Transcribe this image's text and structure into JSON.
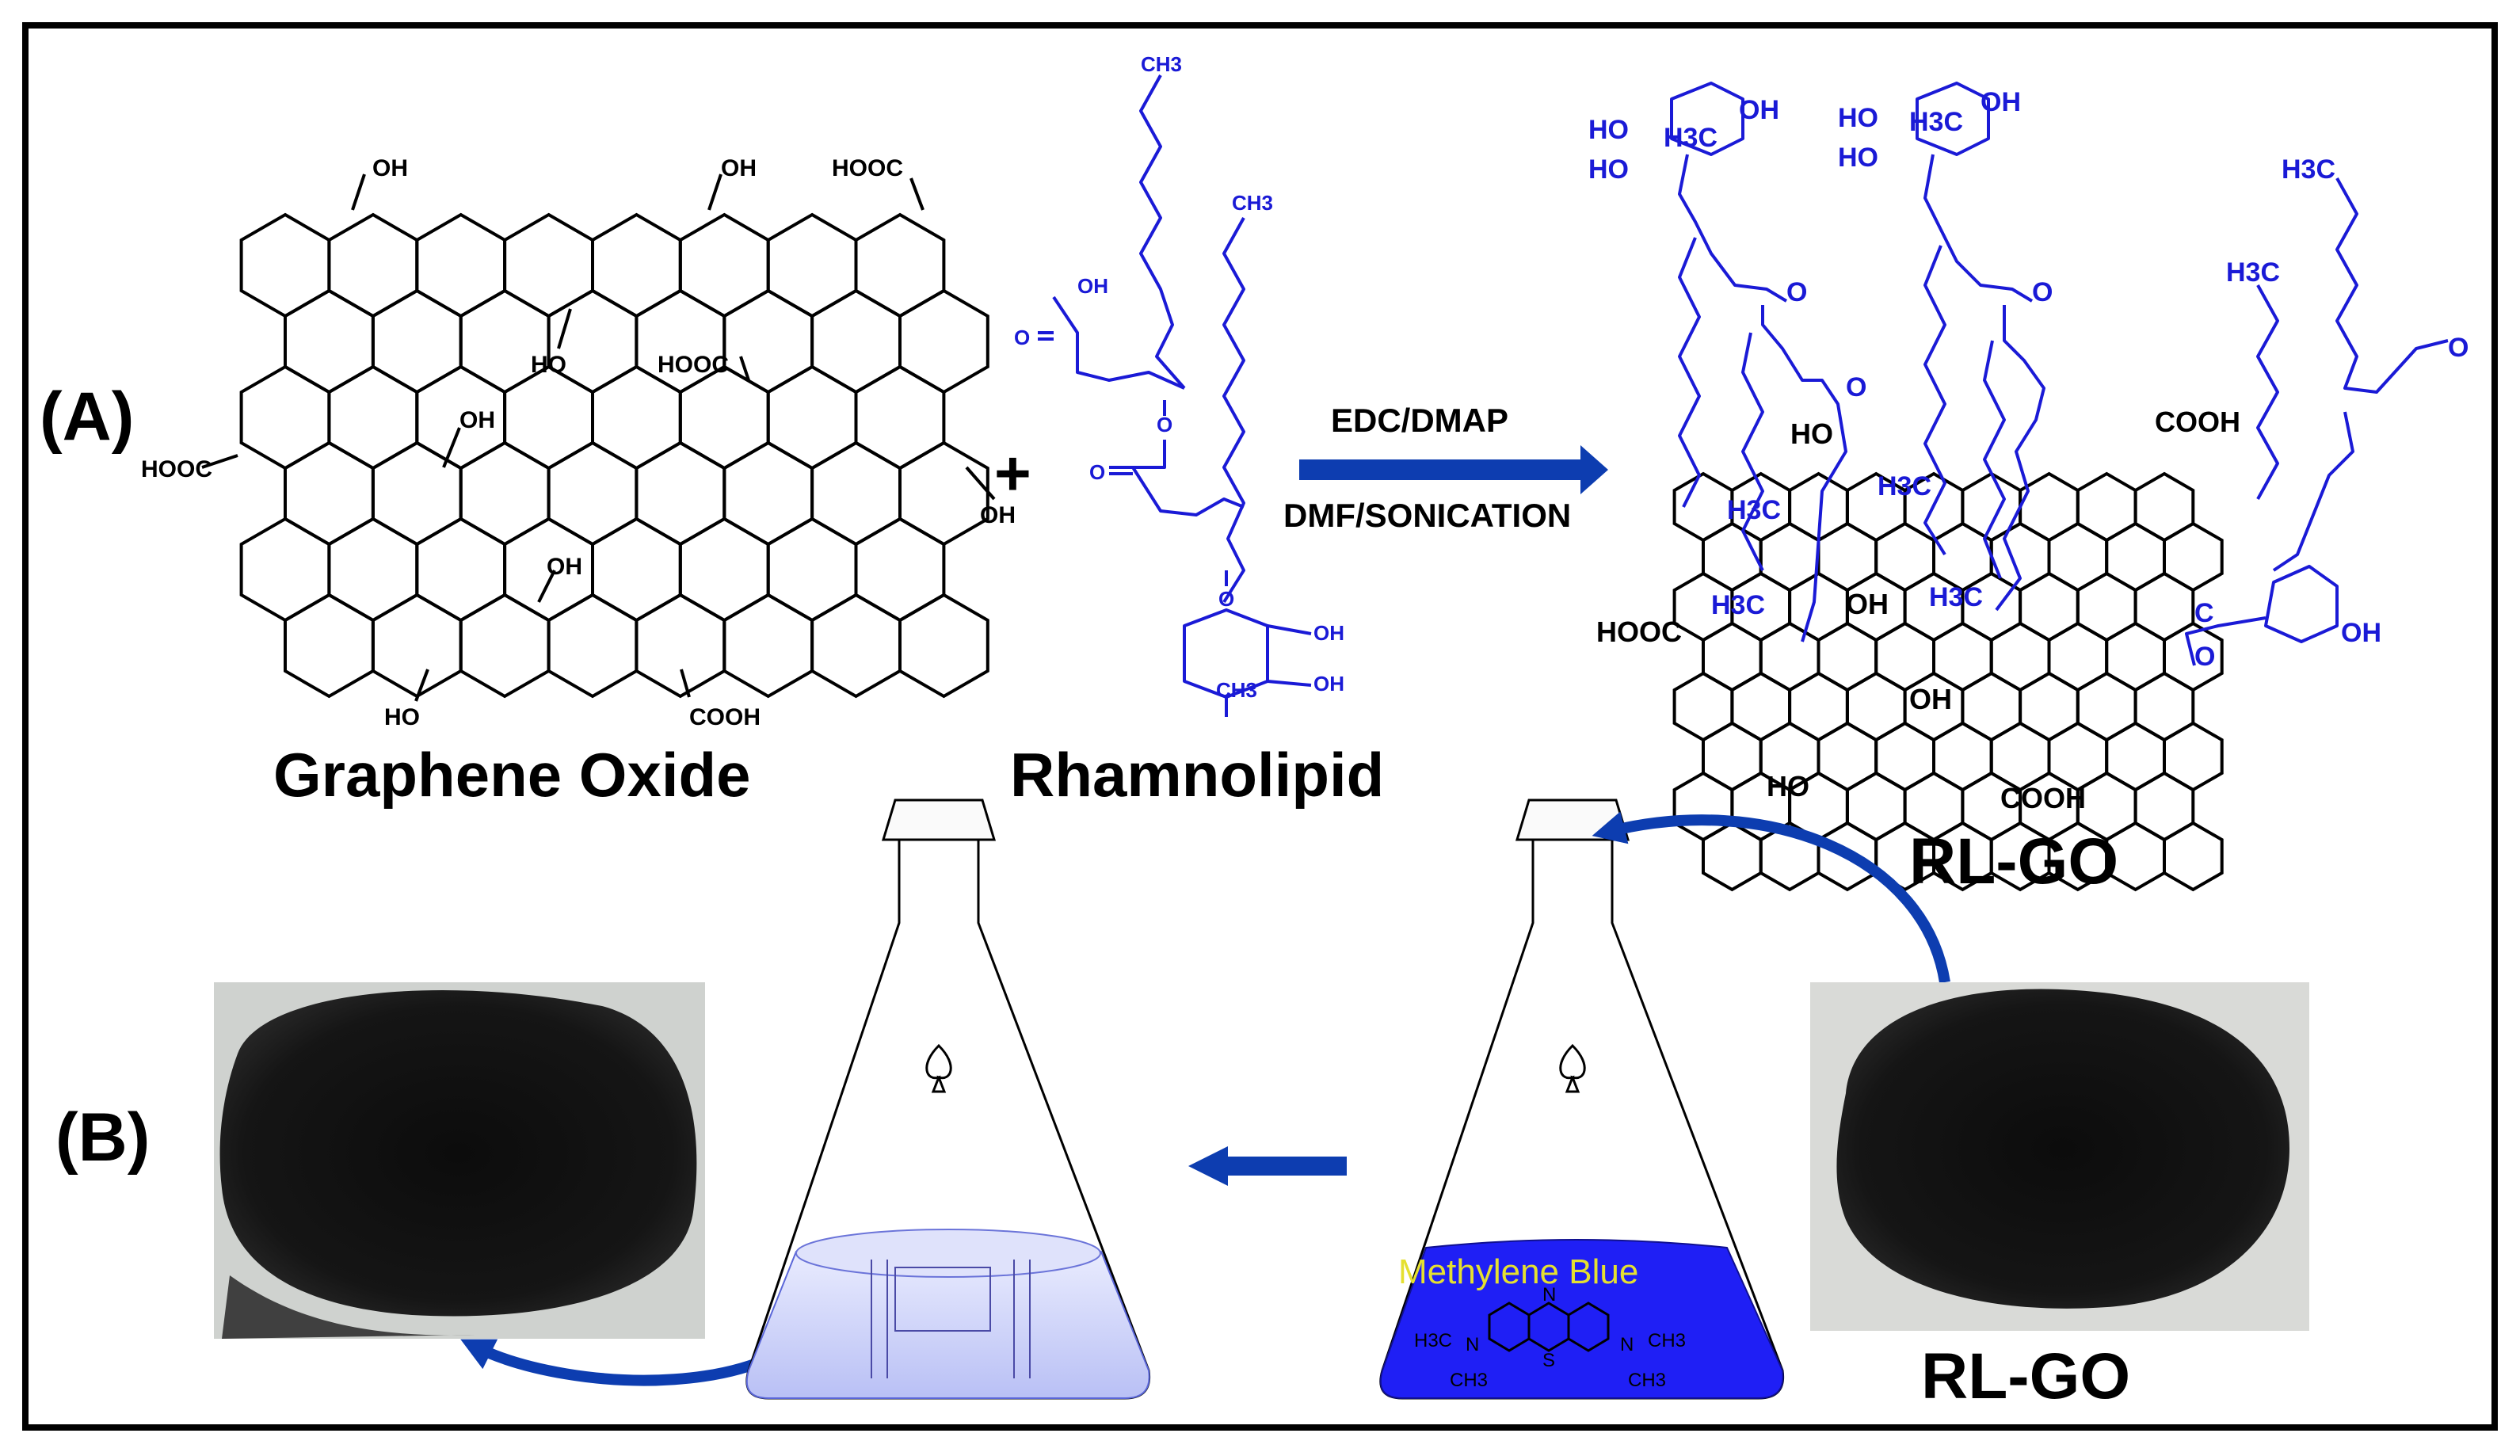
{
  "panels": {
    "a": "(A)",
    "b": "(B)"
  },
  "graphene_oxide": {
    "title": "Graphene Oxide",
    "groups": [
      "OH",
      "OH",
      "HOOC",
      "HO",
      "HOOC",
      "OH",
      "HOOC",
      "OH",
      "OH",
      "HO",
      "COOH"
    ]
  },
  "plus": "+",
  "rhamnolipid": {
    "title": "Rhamnolipid",
    "groups": [
      "CH3",
      "CH3",
      "OH",
      "O",
      "O",
      "O",
      "O",
      "OH",
      "OH",
      "CH3"
    ]
  },
  "reaction": {
    "top": "EDC/DMAP",
    "bottom": "DMF/SONICATION"
  },
  "rl_go": {
    "title": "RL-GO",
    "groups": [
      "HO",
      "HO",
      "OH",
      "H3C",
      "HO",
      "HO",
      "OH",
      "H3C",
      "H3C",
      "H3C",
      "O",
      "O",
      "O",
      "O",
      "COOH",
      "H3C",
      "H3C",
      "H3C",
      "H3C",
      "HOOC",
      "OH",
      "OH",
      "HO",
      "COOH",
      "HO",
      "OH",
      "C",
      "O"
    ]
  },
  "flask_right": {
    "solution_label": "Methylene Blue",
    "atoms": [
      "N",
      "S",
      "N",
      "N",
      "H3C",
      "CH3",
      "CH3",
      "CH3"
    ]
  },
  "photo_right_label": "RL-GO",
  "colors": {
    "blue_chem": "#1a1ad6",
    "arrow": "#0d3db0",
    "methylene_blue": "#1f1ff5",
    "methylene_text": "#e5e030",
    "black": "#000000"
  }
}
